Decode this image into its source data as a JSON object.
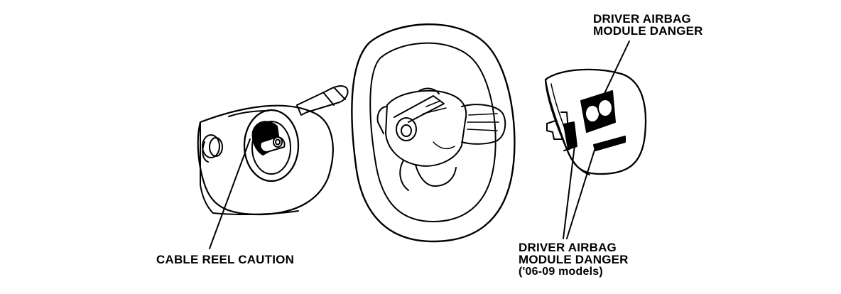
{
  "labels": {
    "driver_airbag_top": {
      "line1": "DRIVER AIRBAG",
      "line2": "MODULE DANGER"
    },
    "driver_airbag_bottom": {
      "line1": "DRIVER AIRBAG",
      "line2": "MODULE DANGER",
      "line3": "('06-09 models)"
    },
    "cable_reel": "CABLE REEL CAUTION"
  },
  "colors": {
    "ink": "#000000",
    "paper": "#ffffff"
  }
}
